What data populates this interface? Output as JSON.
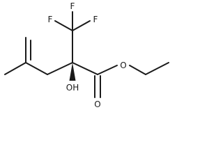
{
  "structure": {
    "atoms": {
      "fluorine_a": "F",
      "fluorine_b": "F",
      "fluorine_c": "F",
      "hydroxyl": "OH",
      "carbonyl_oxygen": "O",
      "ester_oxygen": "O"
    },
    "stereocenter_bond": "wedge"
  }
}
